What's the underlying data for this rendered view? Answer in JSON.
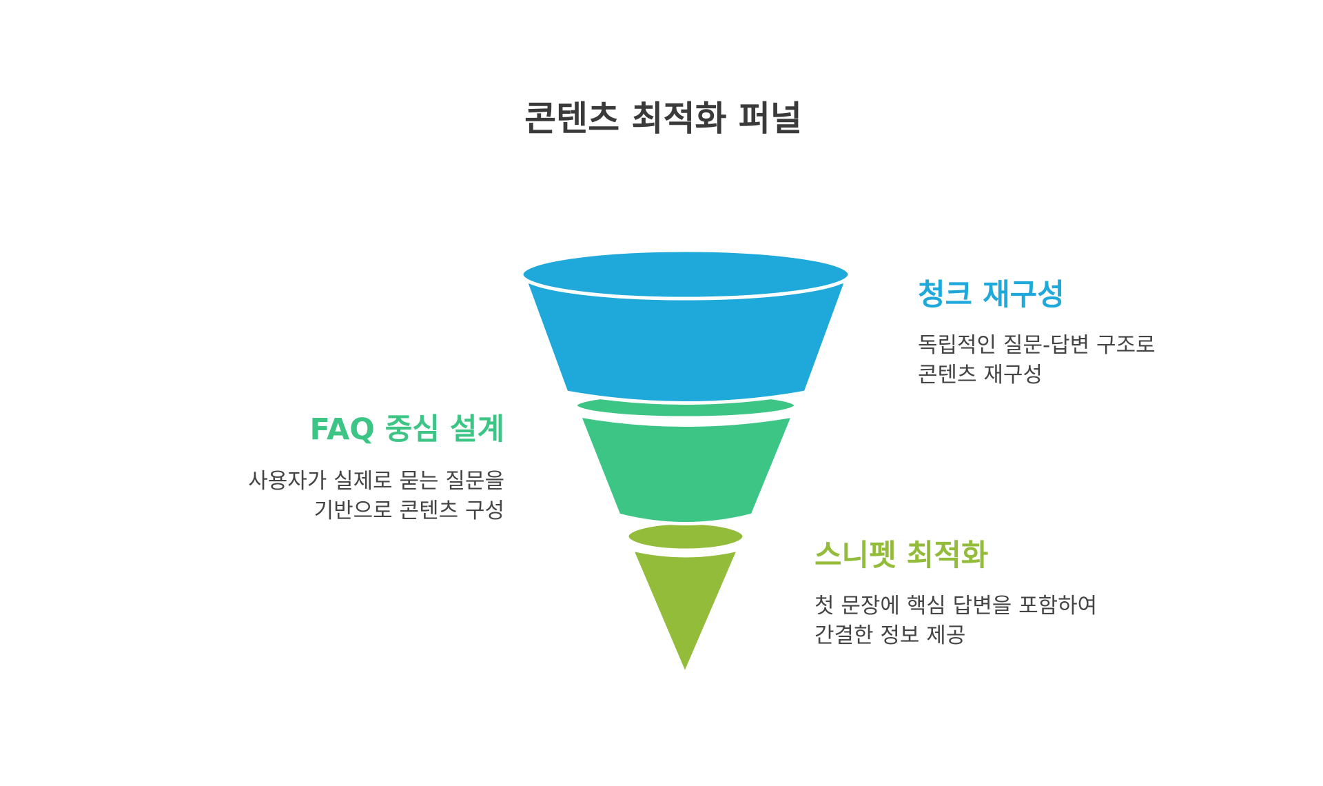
{
  "title": "콘텐츠 최적화 퍼널",
  "colors": {
    "stage1": "#1ea9da",
    "stage2": "#3cc585",
    "stage3": "#93bc3a",
    "text": "#444444"
  },
  "stages": [
    {
      "title": "청크 재구성",
      "desc_lines": [
        "독립적인 질문-답변 구조로",
        "콘텐츠 재구성"
      ]
    },
    {
      "title": "FAQ 중심 설계",
      "desc_lines": [
        "사용자가 실제로 묻는 질문을",
        "기반으로 콘텐츠 구성"
      ]
    },
    {
      "title": "스니펫 최적화",
      "desc_lines": [
        "첫 문장에 핵심 답변을 포함하여",
        "간결한 정보 제공"
      ]
    }
  ]
}
